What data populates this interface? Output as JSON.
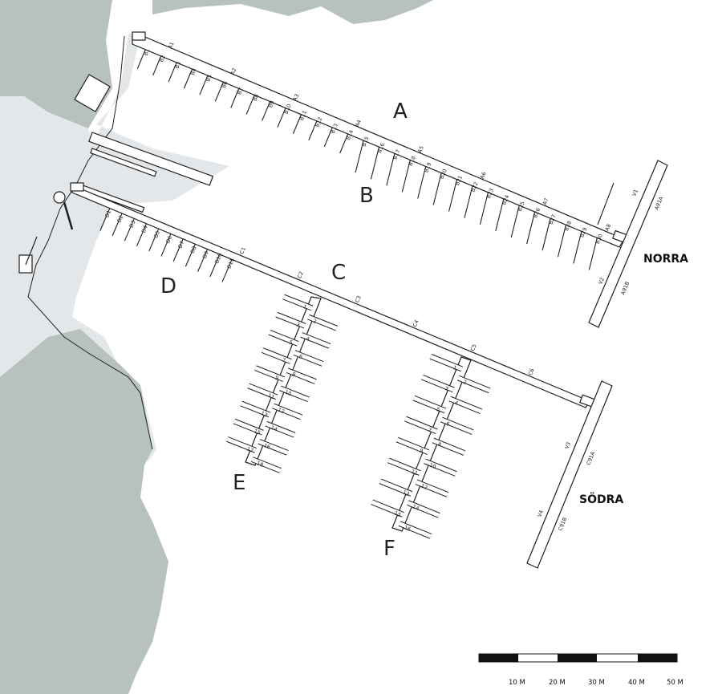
{
  "colors": {
    "land": "#b7c2bf",
    "shore": "#e4e7e9",
    "water": "#ffffff",
    "line": "#1f1f1f"
  },
  "piers": {
    "A": "A",
    "B": "B",
    "C": "C",
    "D": "D",
    "E": "E",
    "F": "F"
  },
  "zones": {
    "north": "NORRA",
    "south": "SÖDRA"
  },
  "a_labels": [
    "A1",
    "A2",
    "A3",
    "A4",
    "A5",
    "A6",
    "A7",
    "A8"
  ],
  "b_labels": [
    "B1",
    "B2",
    "B3",
    "B4",
    "B5",
    "B6",
    "B7",
    "B8",
    "B9",
    "B10",
    "B11",
    "B12",
    "B13",
    "B14",
    "B15",
    "B16",
    "B17",
    "B18",
    "B19",
    "B20",
    "B21",
    "B22",
    "B23",
    "B24",
    "B25",
    "B26",
    "B27",
    "B28",
    "B29",
    "B30"
  ],
  "c_labels": [
    "C1",
    "C2",
    "C3",
    "C4",
    "C5",
    "C6"
  ],
  "d_labels": [
    "D1",
    "D2",
    "D3",
    "D4",
    "D5",
    "D6",
    "D7",
    "D8",
    "D9",
    "D10",
    "D11"
  ],
  "e_labels": [
    "1",
    "2",
    "3",
    "4",
    "5",
    "6",
    "7",
    "8",
    "9",
    "10",
    "11",
    "12",
    "13",
    "14",
    "15",
    "16",
    "17",
    "18"
  ],
  "f_labels": [
    "1",
    "2",
    "3",
    "4",
    "5",
    "6",
    "7",
    "8",
    "9",
    "10",
    "11",
    "12",
    "13",
    "14",
    "15",
    "16"
  ],
  "v_north": [
    "V1",
    "A91A",
    "V2",
    "A91B"
  ],
  "v_south": [
    "V3",
    "C91A",
    "V4",
    "C91B"
  ],
  "scale": [
    "10 M",
    "20 M",
    "30 M",
    "40 M",
    "50 M"
  ]
}
